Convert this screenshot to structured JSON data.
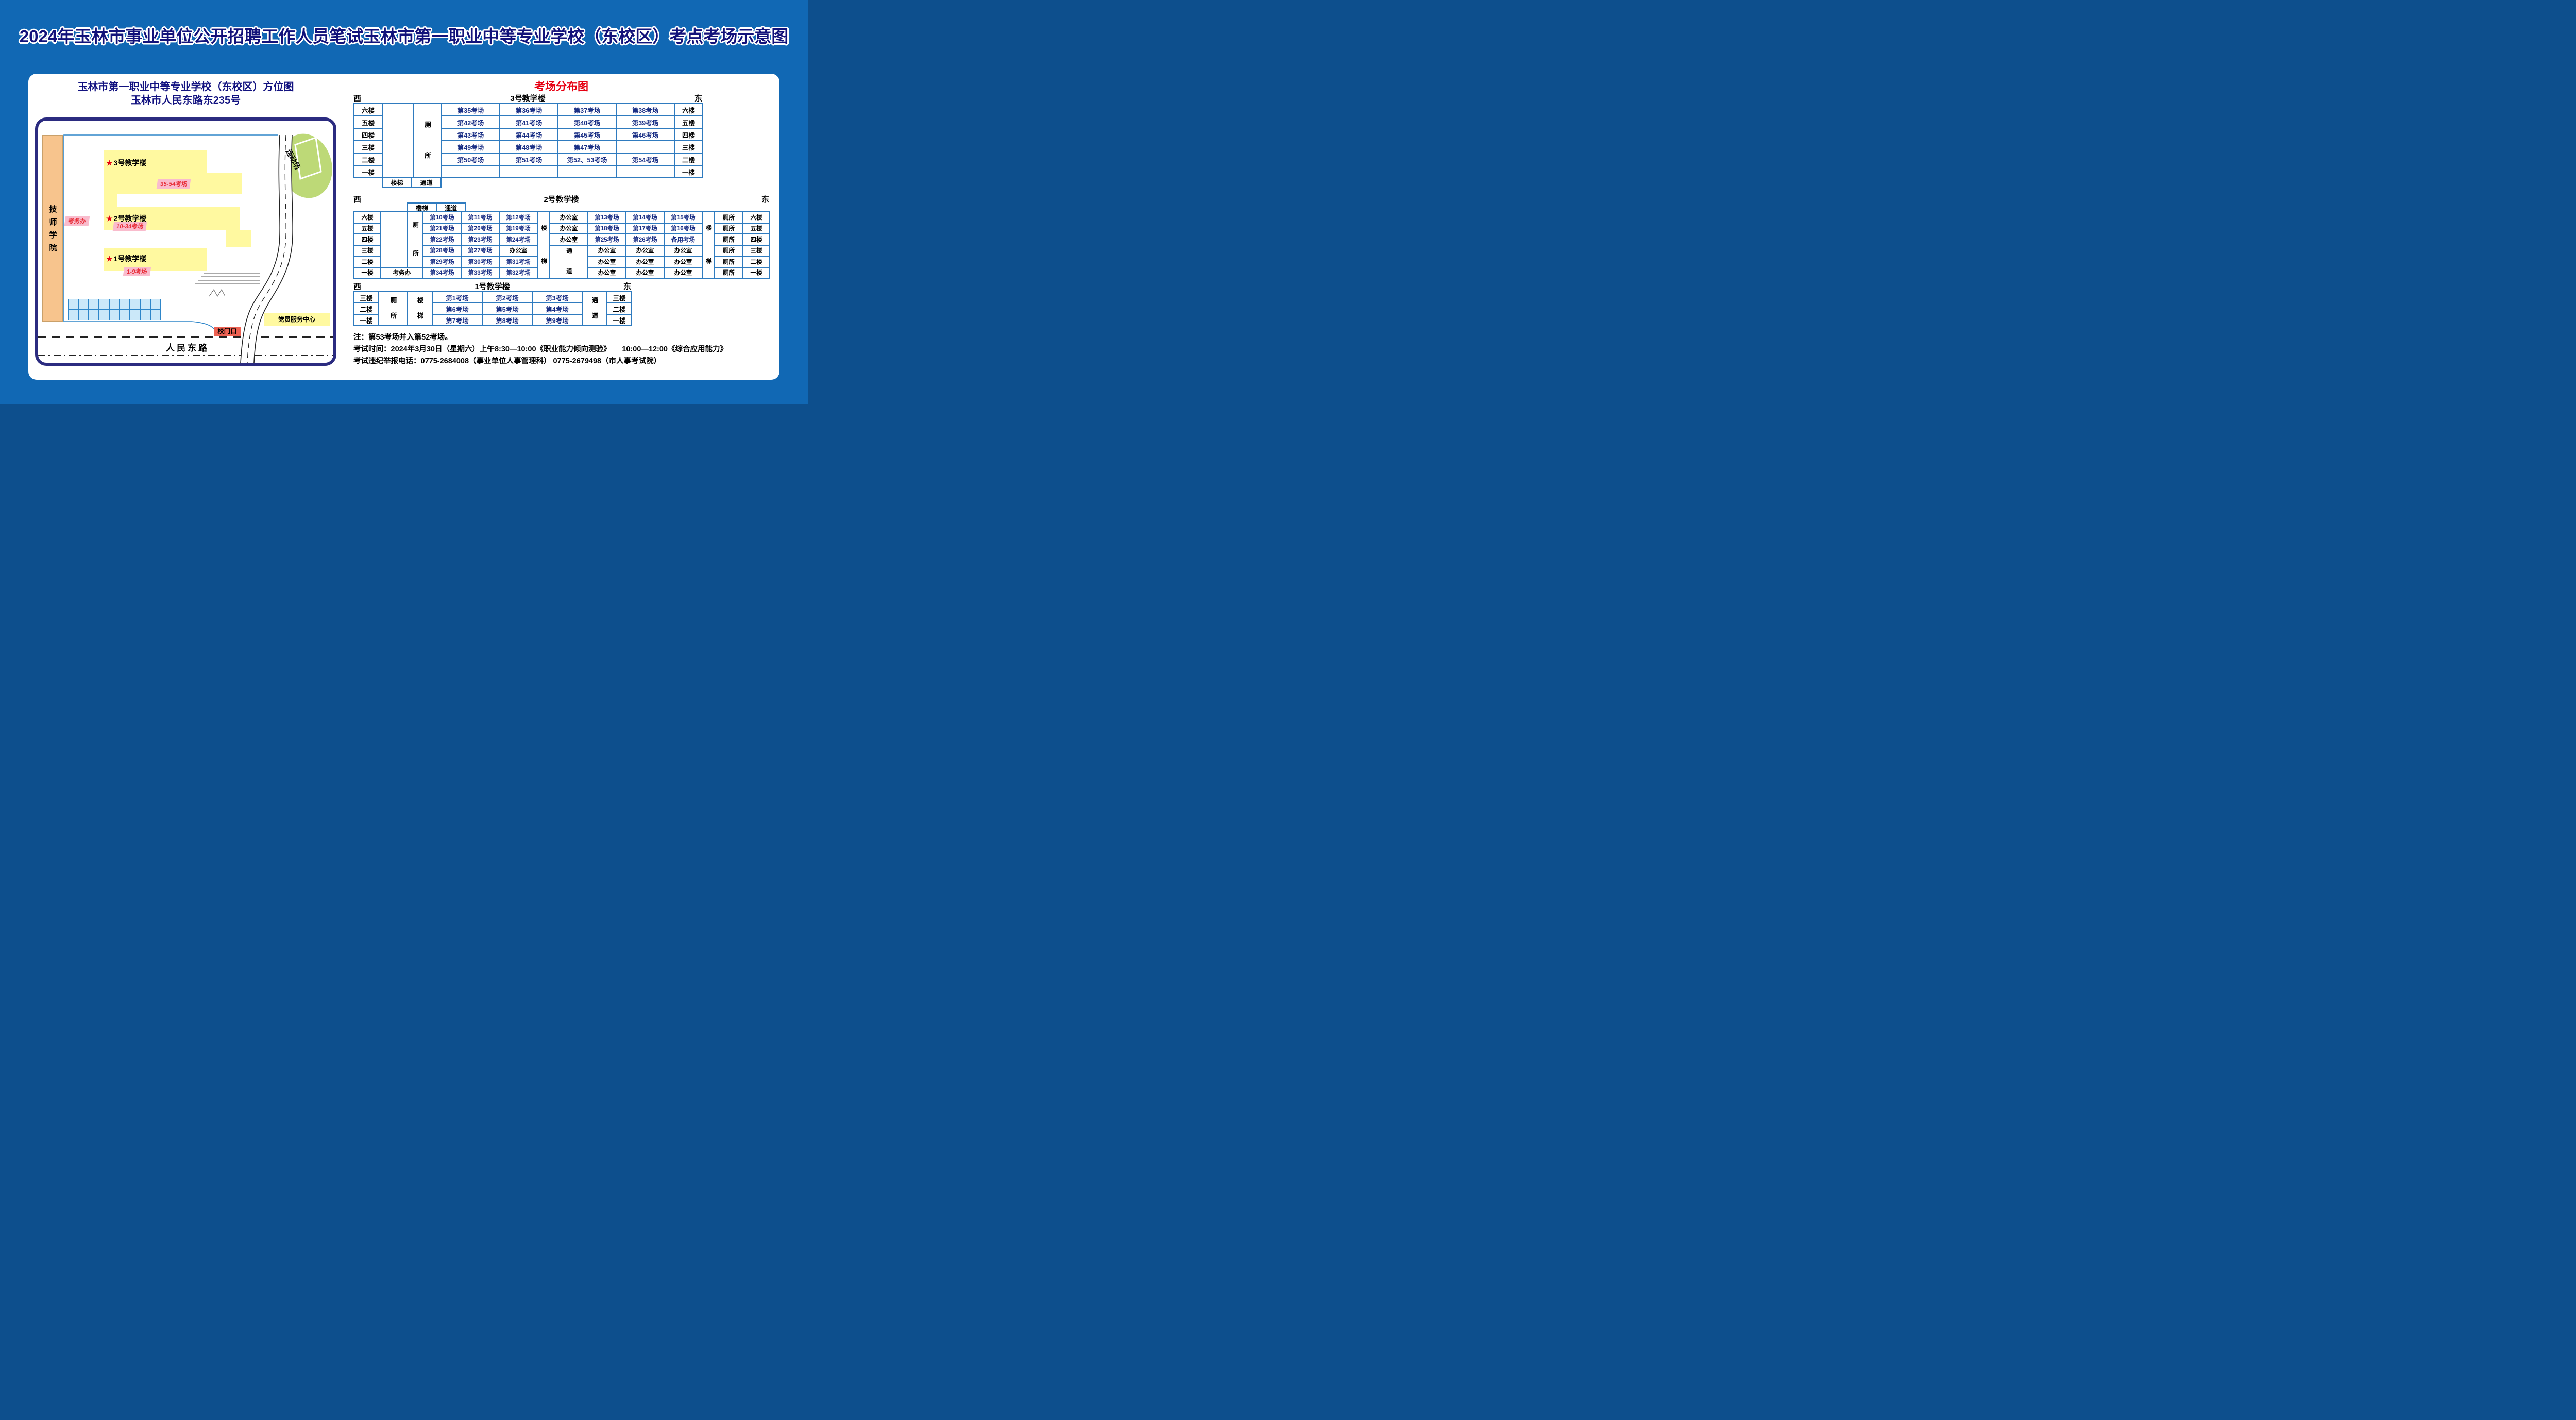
{
  "title": "2024年玉林市事业单位公开招聘工作人员笔试玉林市第一职业中等专业学校（东校区）考点考场示意图",
  "map": {
    "heading1": "玉林市第一职业中等专业学校（东校区）方位图",
    "heading2": "玉林市人民东路东235号",
    "star": "★",
    "tech_college": "技师学院",
    "building3": "3号教学楼",
    "building2": "2号教学楼",
    "building1": "1号教学楼",
    "rooms35_54": "35-54考场",
    "rooms10_34": "10-34考场",
    "rooms1_9": "1-9考场",
    "exam_office": "考务办",
    "sports_field": "运动场",
    "gate": "校门口",
    "party_center": "党员服务中心",
    "road": "人民东路"
  },
  "dist": {
    "title": "考场分布图",
    "west": "西",
    "east": "东",
    "toilet": "厕所",
    "stairs": "楼梯",
    "passage": "通道",
    "office": "办公室",
    "exam_office": "考务办",
    "b3": {
      "name": "3号教学楼",
      "floors": [
        "六楼",
        "五楼",
        "四楼",
        "三楼",
        "二楼",
        "一楼"
      ],
      "rows": [
        [
          "第35考场",
          "第36考场",
          "第37考场",
          "第38考场"
        ],
        [
          "第42考场",
          "第41考场",
          "第40考场",
          "第39考场"
        ],
        [
          "第43考场",
          "第44考场",
          "第45考场",
          "第46考场"
        ],
        [
          "第49考场",
          "第48考场",
          "第47考场",
          ""
        ],
        [
          "第50考场",
          "第51考场",
          "第52、53考场",
          "第54考场"
        ],
        [
          "",
          "",
          "",
          ""
        ]
      ]
    },
    "b2": {
      "name": "2号教学楼",
      "floors": [
        "六楼",
        "五楼",
        "四楼",
        "三楼",
        "二楼",
        "一楼"
      ],
      "left_rows": [
        [
          "第10考场",
          "第11考场",
          "第12考场"
        ],
        [
          "第21考场",
          "第20考场",
          "第19考场"
        ],
        [
          "第22考场",
          "第23考场",
          "第24考场"
        ],
        [
          "第28考场",
          "第27考场"
        ],
        [
          "第29考场",
          "第30考场",
          "第31考场"
        ],
        [
          "第34考场",
          "第33考场",
          "第32考场"
        ]
      ],
      "right_rows": [
        [
          "第13考场",
          "第14考场",
          "第15考场"
        ],
        [
          "第18考场",
          "第17考场",
          "第16考场"
        ],
        [
          "第25考场",
          "第26考场",
          "备用考场"
        ]
      ]
    },
    "b1": {
      "name": "1号教学楼",
      "floors": [
        "三楼",
        "二楼",
        "一楼"
      ],
      "rows": [
        [
          "第1考场",
          "第2考场",
          "第3考场"
        ],
        [
          "第6考场",
          "第5考场",
          "第4考场"
        ],
        [
          "第7考场",
          "第8考场",
          "第9考场"
        ]
      ]
    }
  },
  "notes": {
    "note1": "注：第53考场并入第52考场。",
    "note2": "考试时间：2024年3月30日（星期六）上午8:30—10:00《职业能力倾向测验》　　10:00—12:00《综合应用能力》",
    "note3": "考试违纪举报电话：0775-2684008（事业单位人事管理科） 0775-2679498（市人事考试院）"
  }
}
